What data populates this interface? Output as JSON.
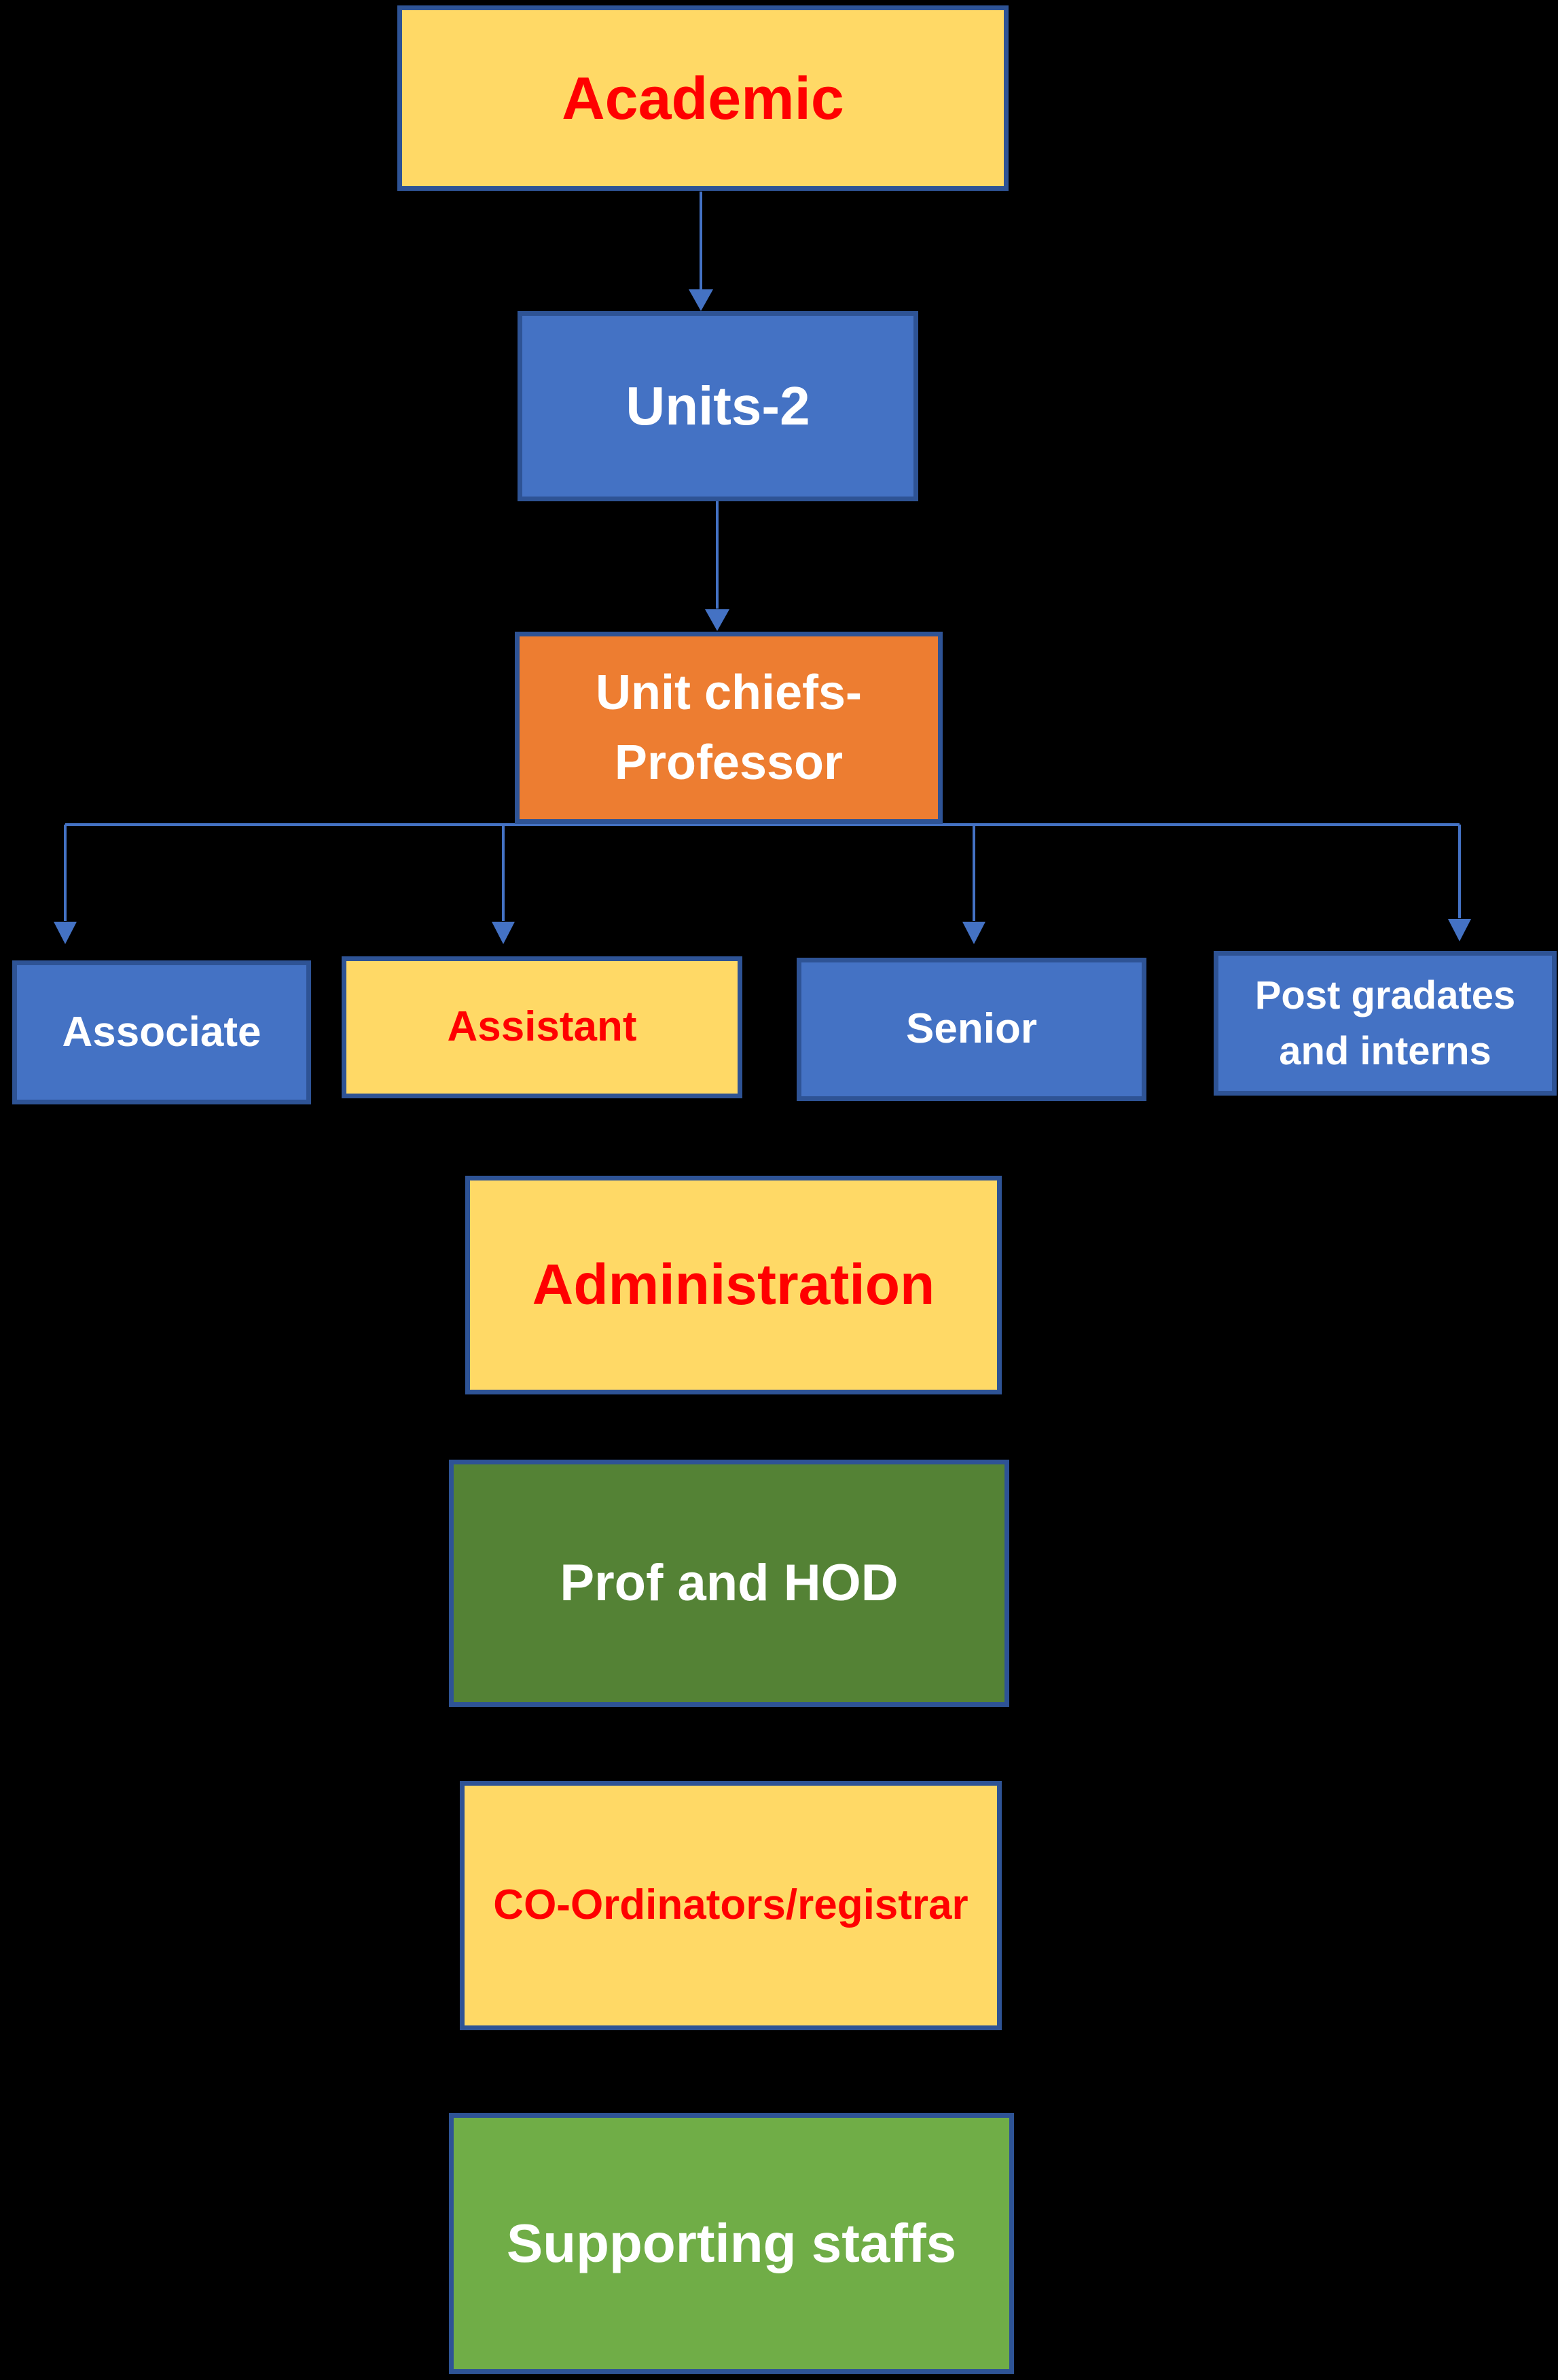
{
  "diagram": {
    "background": "#000000",
    "border_color": "#2E5395",
    "connector_color": "#4472C4",
    "palette": {
      "yellow_fill": "#FFD966",
      "blue_fill": "#4472C4",
      "orange_fill": "#ED7D31",
      "dark_green_fill": "#548235",
      "light_green_fill": "#70AD47",
      "red_text": "#FF0000",
      "white_text": "#FFFFFF"
    },
    "nodes": {
      "academic": {
        "label": "Academic",
        "fill": "#FFD966",
        "text_color": "#FF0000"
      },
      "units2": {
        "label": "Units-2",
        "fill": "#4472C4",
        "text_color": "#FFFFFF"
      },
      "unit_chiefs": {
        "label": "Unit chiefs-Professor",
        "label_lines": [
          "Unit chiefs-",
          "Professor"
        ],
        "fill": "#ED7D31",
        "text_color": "#FFFFFF"
      },
      "associate": {
        "label": "Associate",
        "fill": "#4472C4",
        "text_color": "#FFFFFF"
      },
      "assistant": {
        "label": "Assistant",
        "fill": "#FFD966",
        "text_color": "#FF0000"
      },
      "senior": {
        "label": "Senior",
        "fill": "#4472C4",
        "text_color": "#FFFFFF"
      },
      "post_grads": {
        "label": "Post gradates and interns",
        "label_lines": [
          "Post gradates",
          "and interns"
        ],
        "fill": "#4472C4",
        "text_color": "#FFFFFF"
      },
      "administration": {
        "label": "Administration",
        "fill": "#FFD966",
        "text_color": "#FF0000"
      },
      "prof_hod": {
        "label": "Prof and HOD",
        "fill": "#548235",
        "text_color": "#FFFFFF"
      },
      "coordinators": {
        "label": "CO-Ordinators/registrar",
        "fill": "#FFD966",
        "text_color": "#FF0000"
      },
      "supporting": {
        "label": "Supporting staffs",
        "fill": "#70AD47",
        "text_color": "#FFFFFF"
      }
    }
  }
}
